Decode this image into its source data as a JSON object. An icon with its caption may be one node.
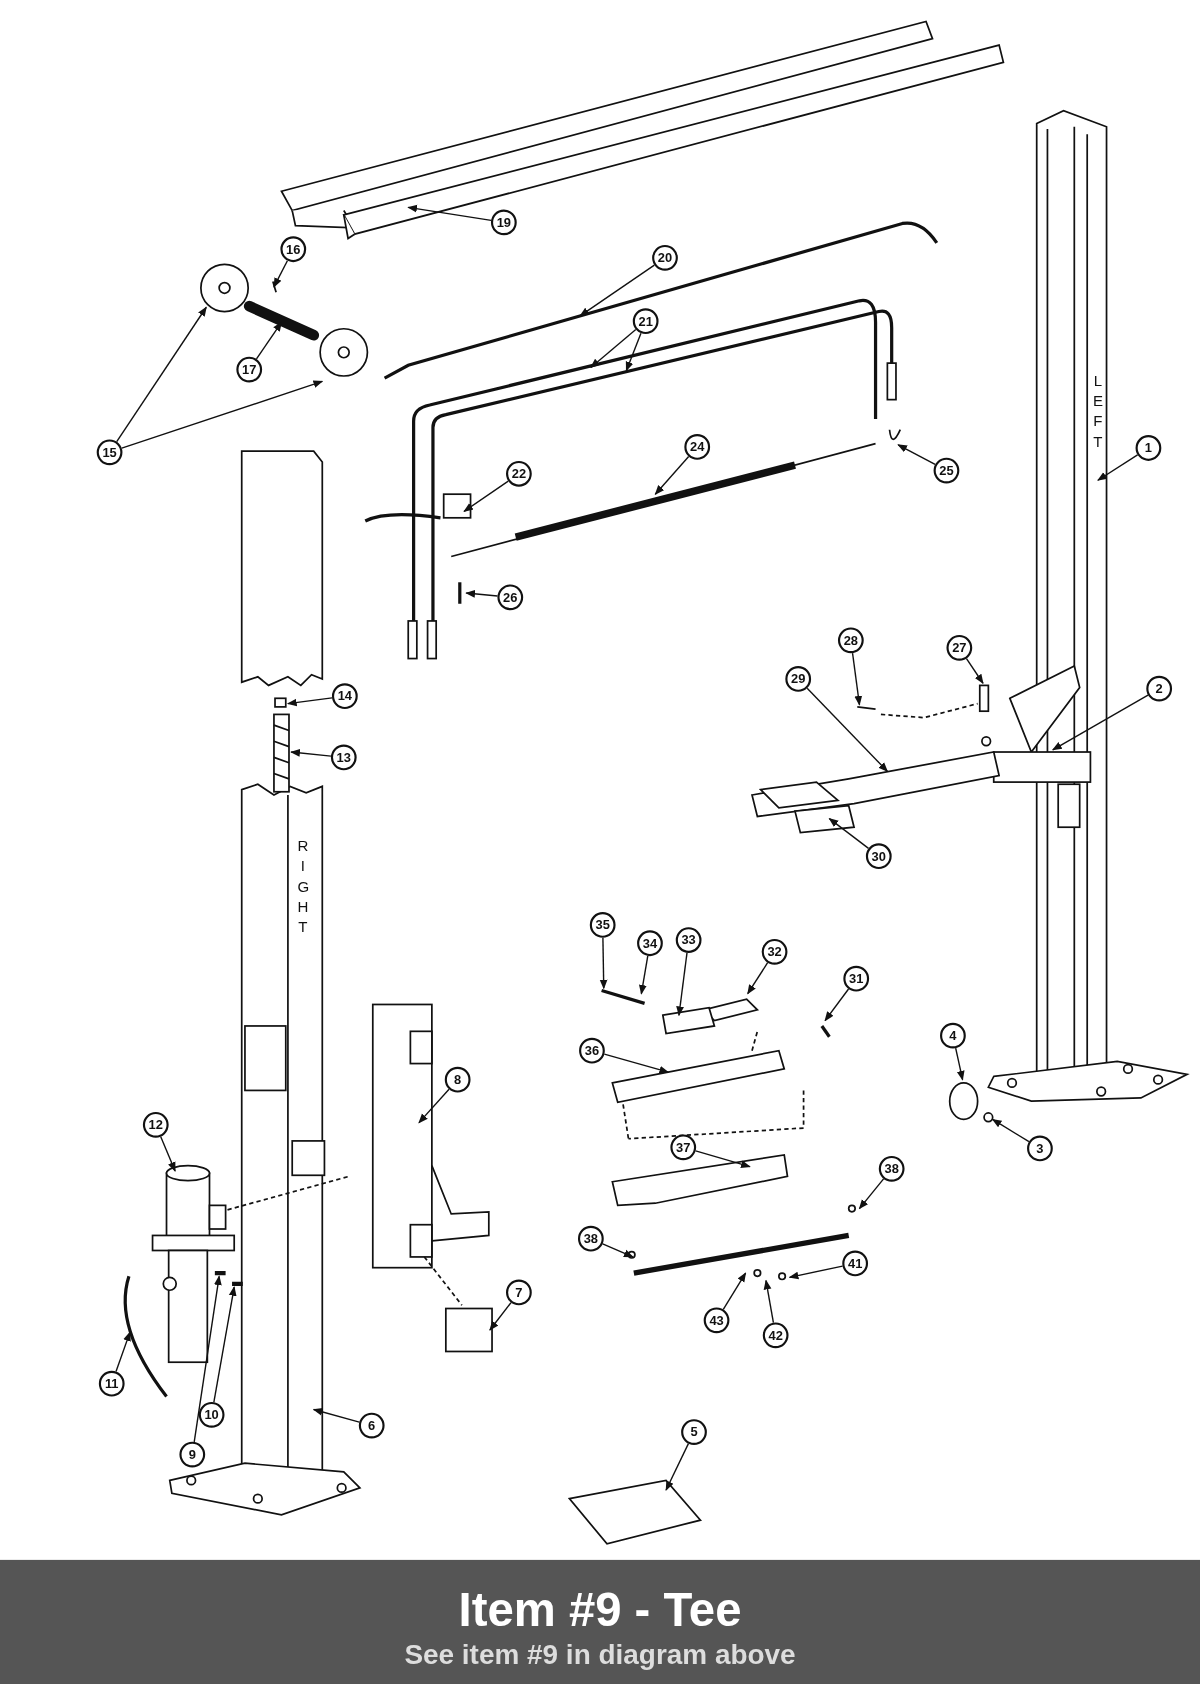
{
  "diagram": {
    "title": "Item #9 - Tee",
    "caption": "See item #9 in diagram above",
    "nodes": [
      {
        "text": [
          "1"
        ]
      },
      {
        "text": [
          "2"
        ]
      },
      {
        "text": [
          "3"
        ]
      },
      {
        "text": [
          "4"
        ]
      },
      {
        "text": [
          "5"
        ]
      },
      {
        "text": [
          "6"
        ]
      },
      {
        "text": [
          "7"
        ]
      },
      {
        "text": [
          "8"
        ]
      },
      {
        "text": [
          "9"
        ]
      },
      {
        "text": [
          "10"
        ]
      },
      {
        "text": [
          "11"
        ]
      },
      {
        "text": [
          "12"
        ]
      },
      {
        "text": [
          "13"
        ]
      },
      {
        "text": [
          "14"
        ]
      },
      {
        "text": [
          "15"
        ]
      },
      {
        "text": [
          "16"
        ]
      },
      {
        "text": [
          "17"
        ]
      },
      {
        "text": [
          "19"
        ]
      },
      {
        "text": [
          "20"
        ]
      },
      {
        "text": [
          "21"
        ]
      },
      {
        "text": [
          "22"
        ]
      },
      {
        "text": [
          "24"
        ]
      },
      {
        "text": [
          "25"
        ]
      },
      {
        "text": [
          "26"
        ]
      },
      {
        "text": [
          "27"
        ]
      },
      {
        "text": [
          "28"
        ]
      },
      {
        "text": [
          "29"
        ]
      },
      {
        "text": [
          "30"
        ]
      },
      {
        "text": [
          "31"
        ]
      },
      {
        "text": [
          "32"
        ]
      },
      {
        "text": [
          "33"
        ]
      },
      {
        "text": [
          "34"
        ]
      },
      {
        "text": [
          "35"
        ]
      },
      {
        "text": [
          "36"
        ]
      },
      {
        "text": [
          "37"
        ]
      },
      {
        "text": [
          "38"
        ]
      },
      {
        "text": [
          "38"
        ]
      },
      {
        "text": [
          "41"
        ]
      },
      {
        "text": [
          "42"
        ]
      },
      {
        "text": [
          "43"
        ]
      }
    ],
    "edges": [
      {
        "from": 0,
        "to": null,
        "arrow": "to"
      },
      {
        "from": 1,
        "to": null,
        "arrow": "to"
      },
      {
        "from": 2,
        "to": null,
        "arrow": "to"
      },
      {
        "from": 3,
        "to": null,
        "arrow": "to"
      },
      {
        "from": 4,
        "to": null,
        "arrow": "to"
      },
      {
        "from": 5,
        "to": null,
        "arrow": "to"
      },
      {
        "from": 6,
        "to": null,
        "arrow": "to"
      },
      {
        "from": 7,
        "to": null,
        "arrow": "to"
      },
      {
        "from": 8,
        "to": null,
        "arrow": "to"
      },
      {
        "from": 9,
        "to": null,
        "arrow": "to"
      },
      {
        "from": 10,
        "to": null,
        "arrow": "to"
      },
      {
        "from": 11,
        "to": null,
        "arrow": "to"
      },
      {
        "from": 12,
        "to": null,
        "arrow": "to"
      },
      {
        "from": 13,
        "to": null,
        "arrow": "to"
      },
      {
        "from": 14,
        "to": null,
        "arrow": "to"
      },
      {
        "from": 14,
        "to": null,
        "arrow": "to"
      },
      {
        "from": 15,
        "to": null,
        "arrow": "to"
      },
      {
        "from": 16,
        "to": null,
        "arrow": "to"
      },
      {
        "from": 17,
        "to": null,
        "arrow": "to"
      },
      {
        "from": 18,
        "to": null,
        "arrow": "to"
      },
      {
        "from": 19,
        "to": null,
        "arrow": "to"
      },
      {
        "from": 19,
        "to": null,
        "arrow": "to"
      },
      {
        "from": 20,
        "to": null,
        "arrow": "to"
      },
      {
        "from": 21,
        "to": null,
        "arrow": "to"
      },
      {
        "from": 22,
        "to": null,
        "arrow": "to"
      },
      {
        "from": 23,
        "to": null,
        "arrow": "to"
      },
      {
        "from": 24,
        "to": null,
        "arrow": "to"
      },
      {
        "from": 25,
        "to": null,
        "arrow": "to"
      },
      {
        "from": 26,
        "to": null,
        "arrow": "to"
      },
      {
        "from": 27,
        "to": null,
        "arrow": "to"
      },
      {
        "from": 28,
        "to": null,
        "arrow": "to"
      },
      {
        "from": 29,
        "to": null,
        "arrow": "to"
      },
      {
        "from": 30,
        "to": null,
        "arrow": "to"
      },
      {
        "from": 31,
        "to": null,
        "arrow": "to"
      },
      {
        "from": 32,
        "to": null,
        "arrow": "to"
      },
      {
        "from": 33,
        "to": null,
        "arrow": "to"
      },
      {
        "from": 34,
        "to": null,
        "arrow": "to"
      },
      {
        "from": 35,
        "to": null,
        "arrow": "to"
      },
      {
        "from": 36,
        "to": null,
        "arrow": "to"
      },
      {
        "from": 37,
        "to": null,
        "arrow": "to"
      },
      {
        "from": 38,
        "to": null,
        "arrow": "to"
      },
      {
        "from": 39,
        "to": null,
        "arrow": "to"
      }
    ],
    "labels": [
      "LEFT",
      "RIGHT"
    ]
  }
}
